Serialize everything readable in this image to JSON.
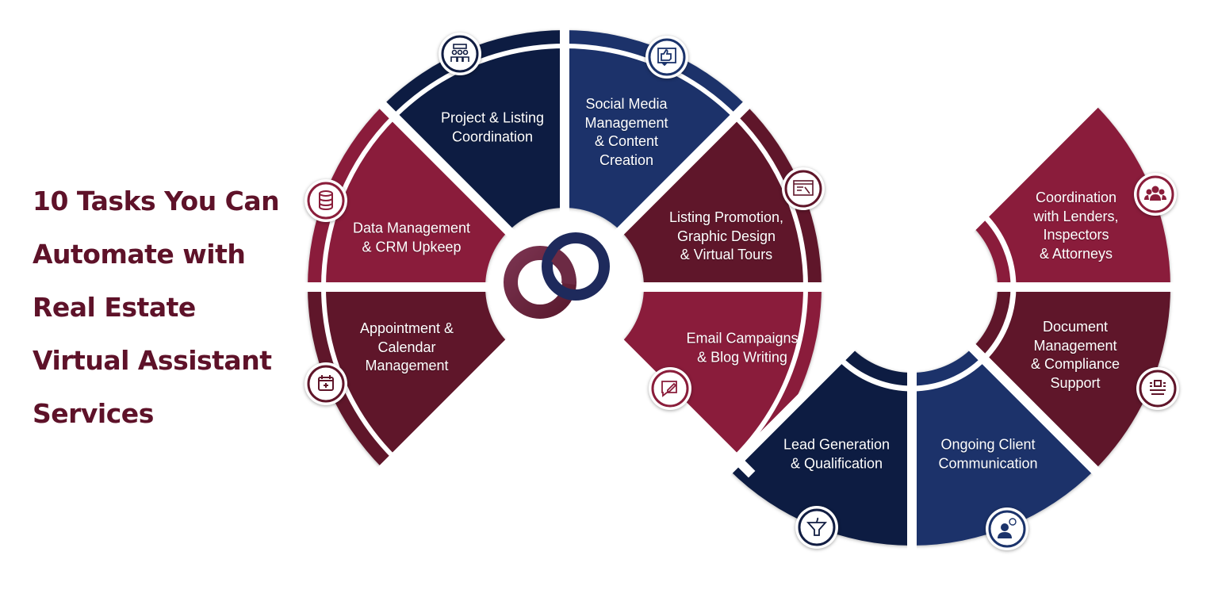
{
  "title": {
    "lines": [
      "10 Tasks You Can",
      "Automate with",
      "Real Estate",
      "Virtual Assistant",
      "Services"
    ]
  },
  "colors": {
    "title": "#5e1229",
    "navy_dark": "#111d42",
    "navy_blue": "#1b336b",
    "crimson": "#8a1d3a",
    "maroon": "#5f1529"
  },
  "segments": [
    {
      "lines": [
        "Project & Listing",
        "Coordination"
      ],
      "icon": "team-presentation-icon"
    },
    {
      "lines": [
        "Social Media",
        "Management",
        "& Content",
        "Creation"
      ],
      "icon": "thumbs-up-icon"
    },
    {
      "lines": [
        "Listing Promotion,",
        "Graphic Design",
        "& Virtual Tours"
      ],
      "icon": "web-design-icon"
    },
    {
      "lines": [
        "Data Management",
        "& CRM Upkeep"
      ],
      "icon": "database-icon"
    },
    {
      "lines": [
        "Appointment &",
        "Calendar",
        "Management"
      ],
      "icon": "calendar-plus-icon"
    },
    {
      "lines": [
        "Email Campaigns",
        "& Blog Writing"
      ],
      "icon": "email-edit-icon"
    },
    {
      "lines": [
        "Lead Generation",
        "& Qualification"
      ],
      "icon": "funnel-icon"
    },
    {
      "lines": [
        "Ongoing Client",
        "Communication"
      ],
      "icon": "client-chat-icon"
    },
    {
      "lines": [
        "Document",
        "Management",
        "& Compliance",
        "Support"
      ],
      "icon": "document-icon"
    },
    {
      "lines": [
        "Coordination",
        "with Lenders,",
        "Inspectors",
        "& Attorneys"
      ],
      "icon": "group-icon"
    }
  ]
}
